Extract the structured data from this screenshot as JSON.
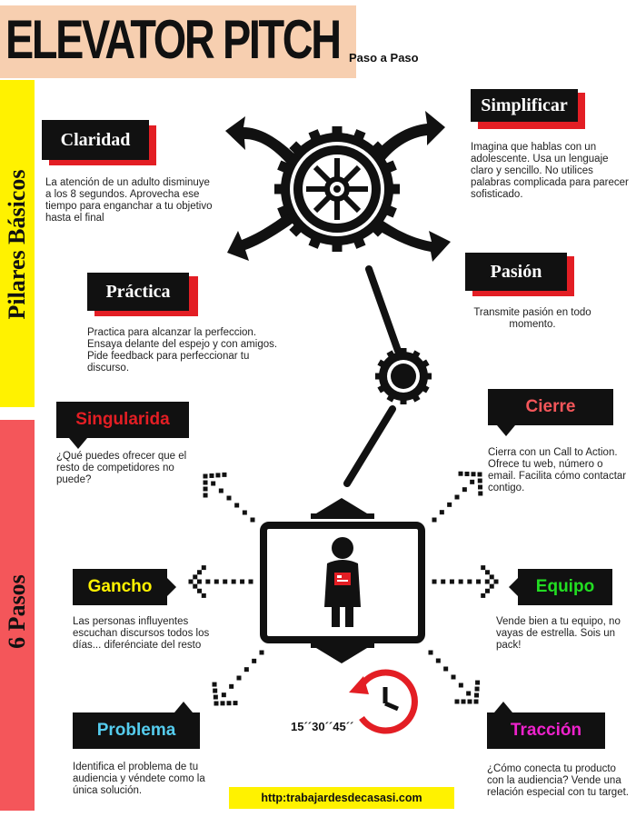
{
  "header": {
    "title": "ELEVATOR PITCH",
    "subtitle": "Paso a Paso"
  },
  "sidebars": {
    "top": {
      "label": "Pilares Básicos",
      "color": "#fff200"
    },
    "bottom": {
      "label": "6 Pasos",
      "color": "#f4565a"
    }
  },
  "pillars": {
    "claridad": {
      "title": "Claridad",
      "text": "La atención de un adulto disminuye a los 8 segundos. Aprovecha ese tiempo para enganchar a tu objetivo hasta el final"
    },
    "simplificar": {
      "title": "Simplificar",
      "text": "Imagina que hablas con un adolescente. Usa un lenguaje claro y sencillo. No utilices palabras complicada para parecer sofisticado."
    },
    "practica": {
      "title": "Práctica",
      "text": "Practica para alcanzar la perfeccion. Ensaya delante del espejo y con amigos. Pide feedback para perfeccionar tu discurso."
    },
    "pasion": {
      "title": "Pasión",
      "text": "Transmite pasión en todo momento."
    }
  },
  "steps": {
    "singularidad": {
      "title": "Singularida",
      "text": "¿Qué puedes ofrecer que el resto de competidores no puede?",
      "color": "#e31e24"
    },
    "cierre": {
      "title": "Cierre",
      "text": "Cierra con un Call to Action. Ofrece tu web, número o email. Facilita cómo contactar contigo.",
      "color": "#f4565a"
    },
    "gancho": {
      "title": "Gancho",
      "text": "Las personas influyentes escuchan discursos todos los días... diferénciate del resto",
      "color": "#fff200"
    },
    "equipo": {
      "title": "Equipo",
      "text": "Vende bien a tu equipo, no vayas de estrella. Sois un pack!",
      "color": "#22dd22"
    },
    "problema": {
      "title": "Problema",
      "text": "Identifica el problema de tu audiencia y véndete como la única solución.",
      "color": "#55ccee"
    },
    "traccion": {
      "title": "Tracción",
      "text": "¿Cómo conecta tu producto con la audiencia? Vende una relación especial con tu target.",
      "color": "#ee22cc"
    }
  },
  "timer": {
    "label": "15´´30´´45´´"
  },
  "footer": {
    "url": "http:trabajardesdecasasi.com"
  }
}
